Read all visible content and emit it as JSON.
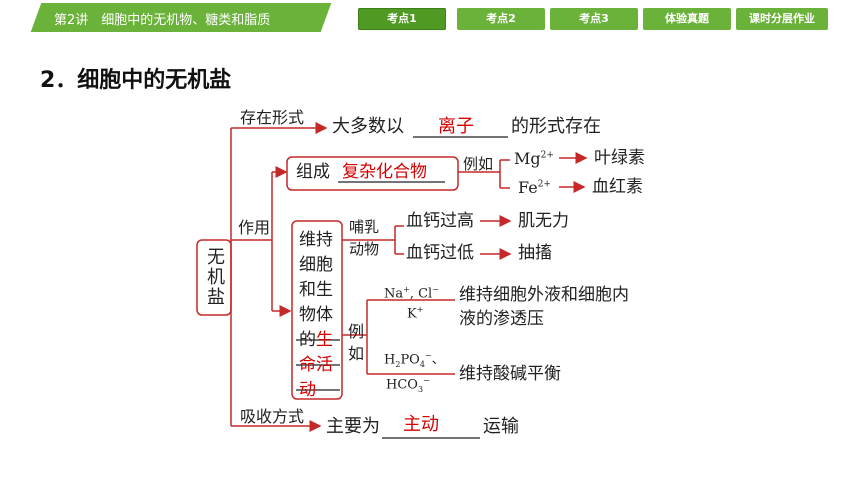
{
  "header": {
    "lesson_title": "第2讲　细胞中的无机物、糖类和脂质",
    "tabs": [
      {
        "label": "考点1",
        "active": true
      },
      {
        "label": "考点2",
        "active": false
      },
      {
        "label": "考点3",
        "active": false
      },
      {
        "label": "体验真题",
        "active": false
      },
      {
        "label": "课时分层作业",
        "active": false
      }
    ]
  },
  "section_title": "2．细胞中的无机盐",
  "diagram": {
    "root": "无机盐",
    "branch_existence": "存在形式",
    "existence_prefix": "大多数以",
    "existence_answer": "离子",
    "existence_suffix": "的形式存在",
    "branch_function": "作用",
    "composition_prefix": "组成",
    "composition_answer": "复杂化合物",
    "composition_example": "例如",
    "mg": "Mg",
    "mg_charge": "2+",
    "mg_result": "叶绿素",
    "fe": "Fe",
    "fe_charge": "2+",
    "fe_result": "血红素",
    "maintain_line1": "维持",
    "maintain_line2": "细胞",
    "maintain_line3": "和生",
    "maintain_line4": "物体",
    "maintain_prefix": "的",
    "maintain_answer_1": "生",
    "maintain_answer_2": "命活",
    "maintain_answer_3": "动",
    "mammal_1": "哺乳",
    "mammal_2": "动物",
    "calcium_high": "血钙过高",
    "calcium_high_result": "肌无力",
    "calcium_low": "血钙过低",
    "calcium_low_result": "抽搐",
    "example_1": "例",
    "example_2": "如",
    "ion_na": "Na",
    "ion_cl": "Cl",
    "ion_k": "K",
    "osmotic_1": "维持细胞外液和细胞内",
    "osmotic_2": "液的渗透压",
    "ion_h2po4": "H",
    "ion_hco3": "HCO",
    "acid_base": "维持酸碱平衡",
    "branch_absorption": "吸收方式",
    "absorption_prefix": "主要为",
    "absorption_answer": "主动",
    "absorption_suffix": "运输"
  },
  "colors": {
    "green": "#6bb23a",
    "red": "#d40000"
  }
}
